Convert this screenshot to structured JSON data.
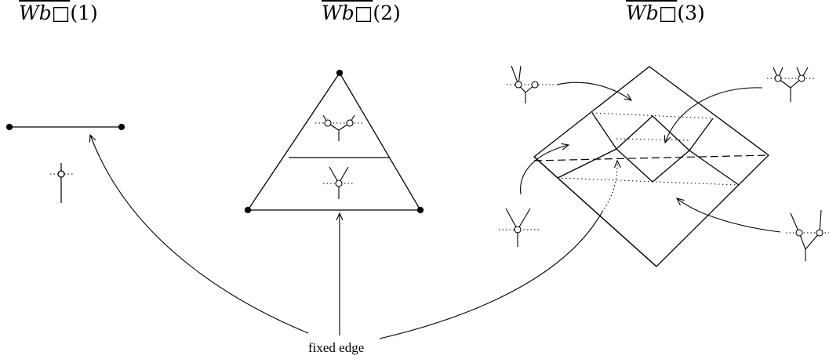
{
  "titles": [
    {
      "base": "Wb□",
      "arg": "(1)"
    },
    {
      "base": "Wb□",
      "arg": "(2)"
    },
    {
      "base": "Wb□",
      "arg": "(3)"
    }
  ],
  "labels": {
    "fixed_edge": "fixed edge"
  },
  "colors": {
    "stroke": "#000000",
    "background": "#ffffff"
  }
}
